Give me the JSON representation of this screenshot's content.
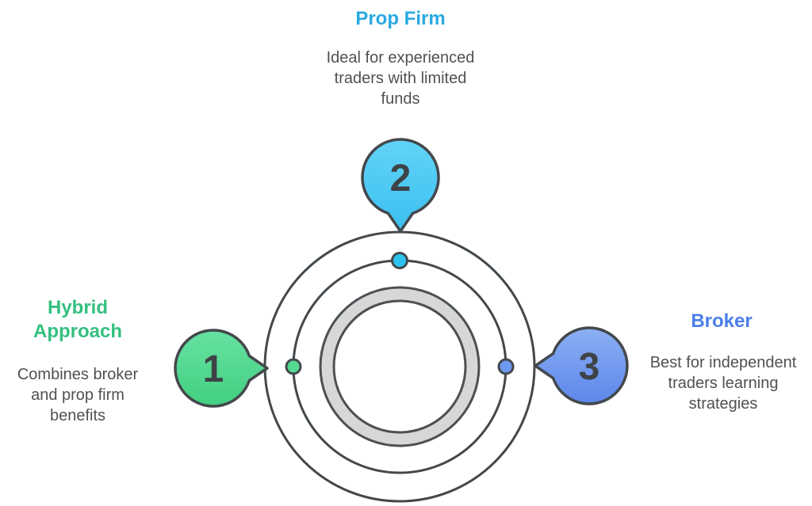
{
  "items": [
    {
      "number": "1",
      "title": "Hybrid\nApproach",
      "description": "Combines broker\nand prop firm\nbenefits",
      "accent": "#33c07f"
    },
    {
      "number": "2",
      "title": "Prop Firm",
      "description": "Ideal for experienced\ntraders with limited\nfunds",
      "accent": "#29a9e1"
    },
    {
      "number": "3",
      "title": "Broker",
      "description": "Best for independent\ntraders learning\nstrategies",
      "accent": "#4b7ee9"
    }
  ],
  "colors": {
    "outline": "#43484c",
    "number_text": "#3e4347",
    "body_text": "#4e5154",
    "ring_gray_fill": "#d7d7d7",
    "balloon_cyan_light": "#62d3f7",
    "balloon_cyan_dark": "#3cc0f1",
    "balloon_green_light": "#66e2a2",
    "balloon_green_dark": "#43cf81",
    "balloon_blue_light": "#8cb0f4",
    "balloon_blue_dark": "#5c86ea",
    "dot_cyan": "#2cc4ef",
    "dot_green": "#55d993",
    "dot_blue": "#6e99f0"
  }
}
